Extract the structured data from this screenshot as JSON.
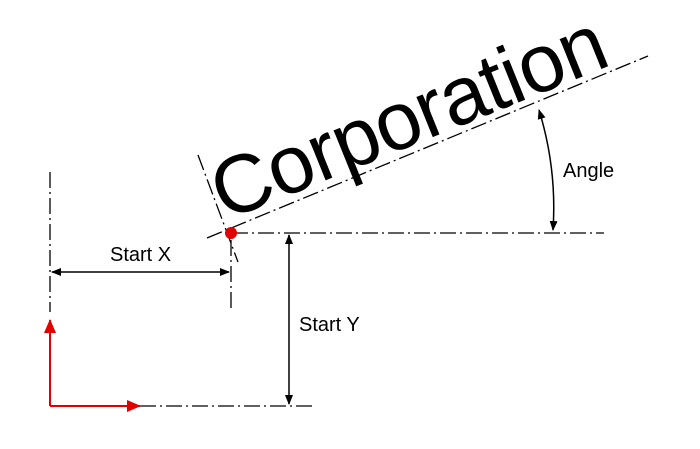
{
  "diagram": {
    "sample_text": "Corporation",
    "labels": {
      "start_x": "Start X",
      "start_y": "Start Y",
      "angle": "Angle"
    },
    "colors": {
      "origin_axes": "#e00000",
      "start_point": "#e00000",
      "lines": "#000000"
    },
    "text_angle_degrees": 27
  }
}
